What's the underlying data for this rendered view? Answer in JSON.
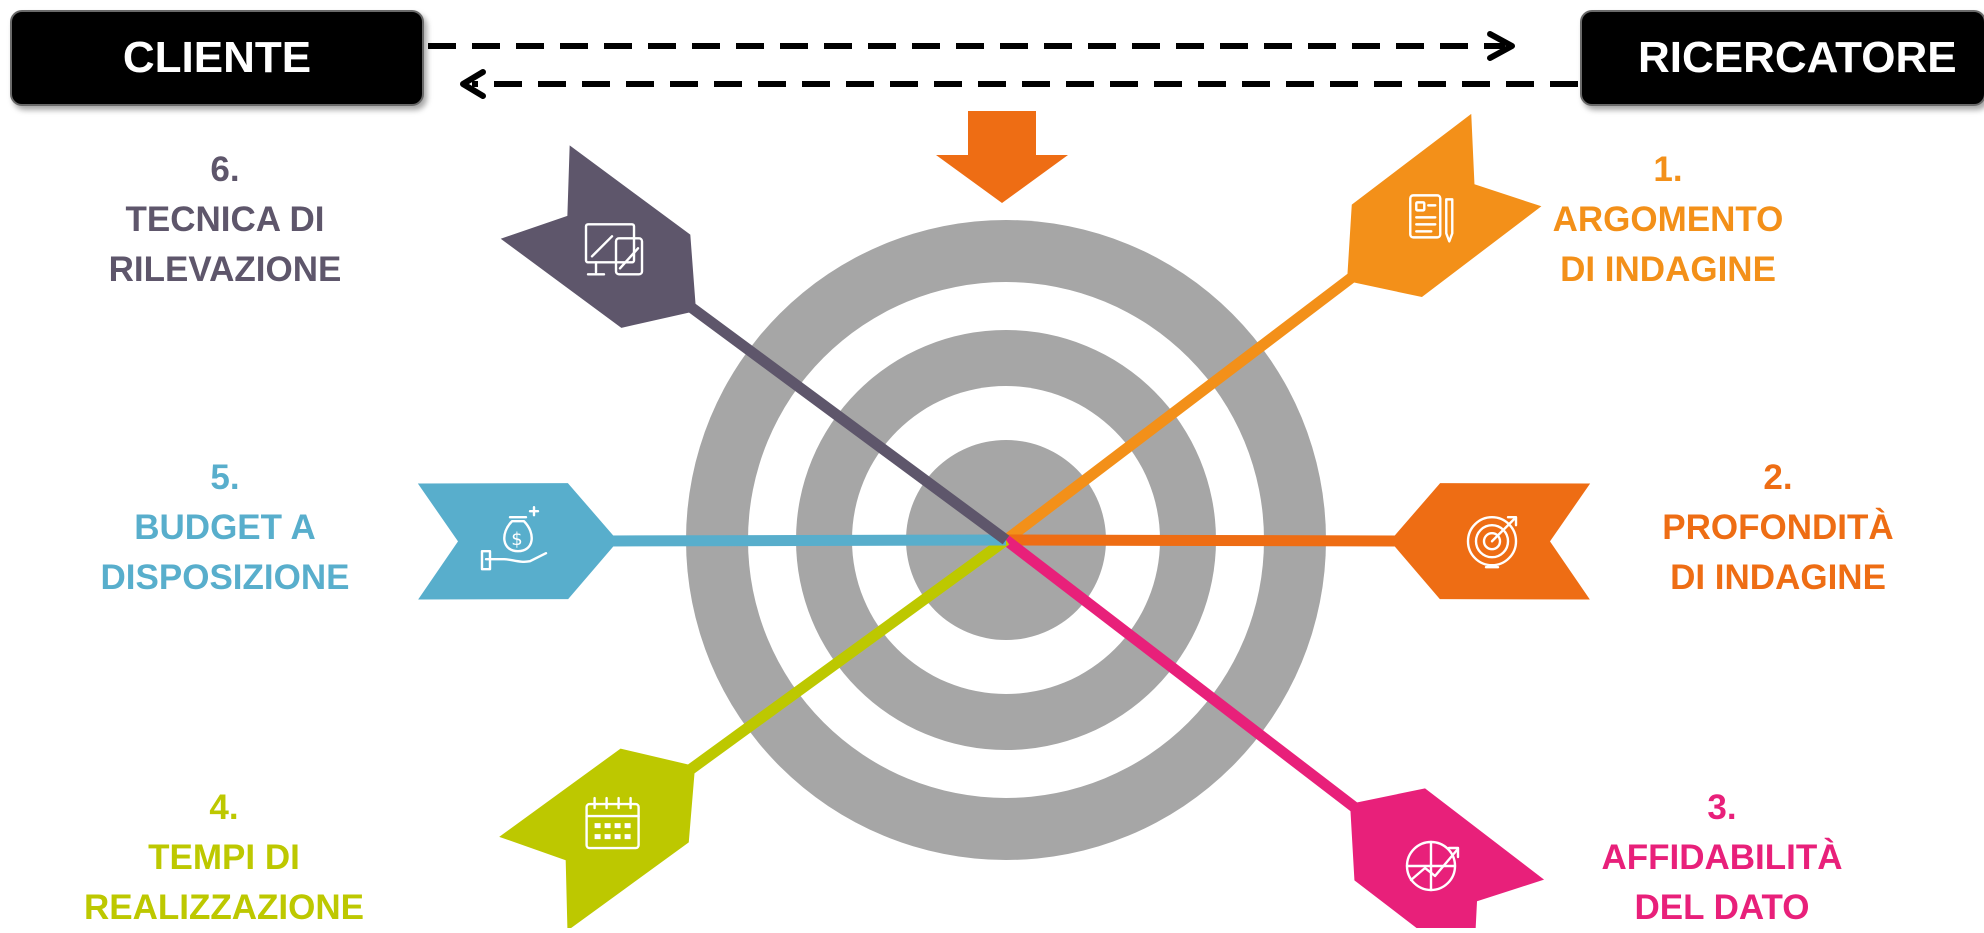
{
  "roles": {
    "left": "CLIENTE",
    "right": "RICERCATORE"
  },
  "steps": [
    {
      "number": "1.",
      "lines": [
        "ARGOMENTO",
        "DI INDAGINE"
      ],
      "color": "#F39019",
      "icon": "document-pencil-icon"
    },
    {
      "number": "2.",
      "lines": [
        "PROFONDITÀ",
        "DI INDAGINE"
      ],
      "color": "#EE6D14",
      "icon": "target-dart-icon"
    },
    {
      "number": "3.",
      "lines": [
        "AFFIDABILITÀ",
        "DEL DATO"
      ],
      "color": "#E8207A",
      "icon": "pie-chart-arrow-icon"
    },
    {
      "number": "4.",
      "lines": [
        "TEMPI DI",
        "REALIZZAZIONE"
      ],
      "color": "#BDC800",
      "icon": "calendar-icon"
    },
    {
      "number": "5.",
      "lines": [
        "BUDGET A",
        "DISPOSIZIONE"
      ],
      "color": "#58AECC",
      "icon": "money-bag-hand-icon"
    },
    {
      "number": "6.",
      "lines": [
        "TECNICA DI",
        "RILEVAZIONE"
      ],
      "color": "#5E566B",
      "icon": "devices-icon"
    }
  ],
  "colors": {
    "target_ring": "#A6A6A6",
    "top_arrow": "#EE6D14",
    "dash_line": "#000000"
  }
}
